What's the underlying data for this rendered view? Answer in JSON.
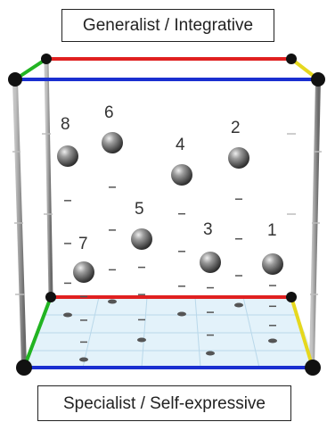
{
  "top_label": "Generalist / Integrative",
  "bottom_label": "Specialist / Self-expressive",
  "colors": {
    "red": "#e02020",
    "blue": "#1a2fd0",
    "green": "#22b422",
    "yellow": "#e6d81e",
    "floor": "#e3f2fa",
    "pole": "#888888",
    "node": "#111111"
  },
  "pins": [
    {
      "id": "1",
      "label": "1"
    },
    {
      "id": "2",
      "label": "2"
    },
    {
      "id": "3",
      "label": "3"
    },
    {
      "id": "4",
      "label": "4"
    },
    {
      "id": "5",
      "label": "5"
    },
    {
      "id": "6",
      "label": "6"
    },
    {
      "id": "7",
      "label": "7"
    },
    {
      "id": "8",
      "label": "8"
    }
  ]
}
